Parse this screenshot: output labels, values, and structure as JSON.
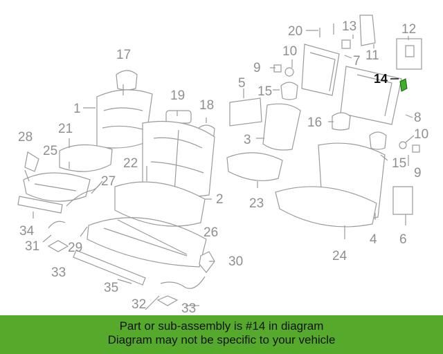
{
  "diagram": {
    "labels": [
      "1",
      "2",
      "3",
      "4",
      "5",
      "6",
      "7",
      "8",
      "9",
      "9",
      "10",
      "10",
      "11",
      "12",
      "13",
      "14",
      "15",
      "15",
      "16",
      "17",
      "18",
      "19",
      "20",
      "21",
      "22",
      "23",
      "24",
      "25",
      "26",
      "27",
      "28",
      "29",
      "30",
      "31",
      "32",
      "33",
      "33",
      "34",
      "35"
    ],
    "highlighted_part": "14",
    "colors": {
      "line": "#9a9a9a",
      "label": "#8f8f8f",
      "highlight": "#3fae2a",
      "banner": "#55aa2c"
    }
  },
  "banner": {
    "line1": "Part or sub-assembly is #14 in diagram",
    "line2": "Diagram may not be specific to your vehicle"
  }
}
